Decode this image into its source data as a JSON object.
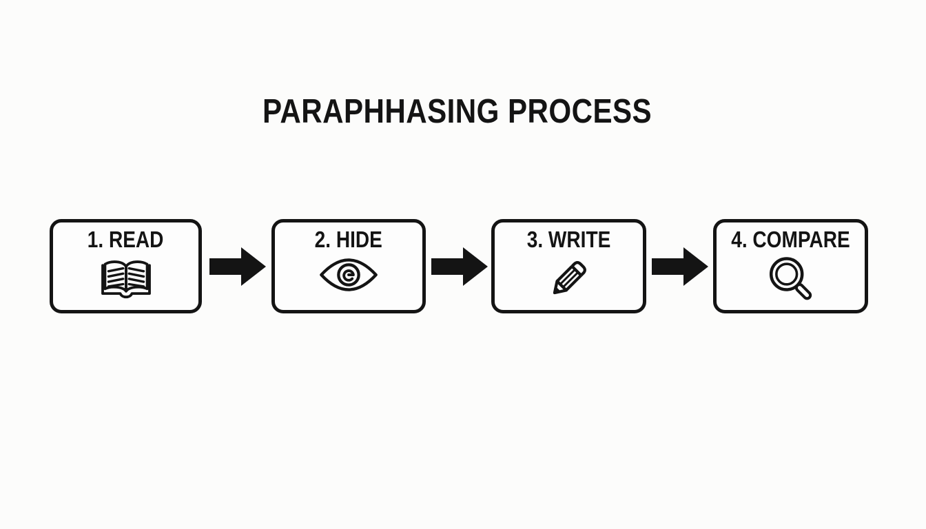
{
  "title": "PARAPHHASING PROCESS",
  "steps": [
    {
      "label": "1. READ",
      "icon": "open-book-icon"
    },
    {
      "label": "2. HIDE",
      "icon": "eye-icon"
    },
    {
      "label": "3. WRITE",
      "icon": "pencil-icon"
    },
    {
      "label": "4. COMPARE",
      "icon": "magnifier-icon"
    }
  ],
  "arrow_icon": "right-arrow-icon",
  "colors": {
    "ink": "#141414",
    "background": "#fcfcfb",
    "box_fill": "#fdfdfd"
  }
}
